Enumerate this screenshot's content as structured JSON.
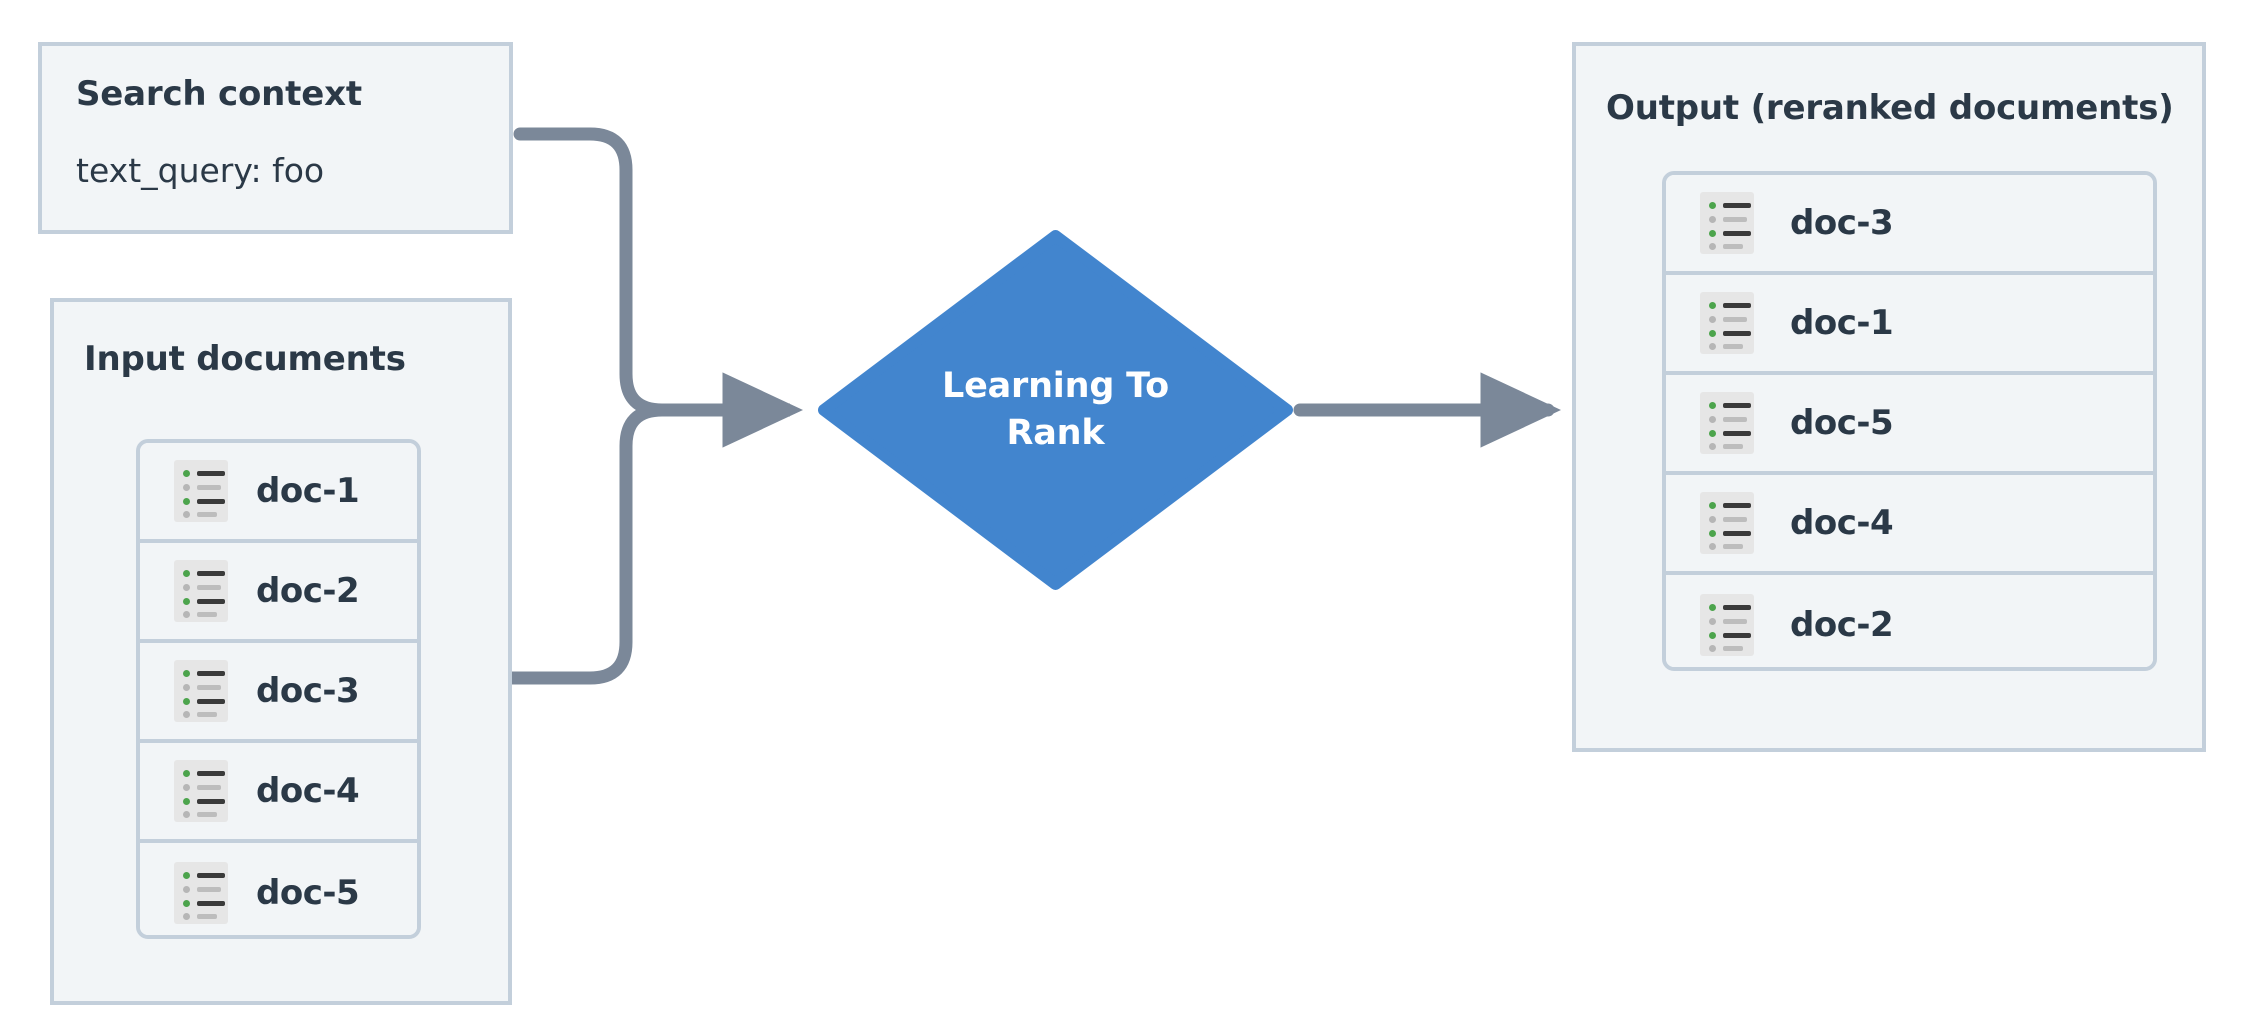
{
  "diagram": {
    "title": "Learning To Rank reranking flow",
    "colors": {
      "panel_background": "#f2f5f7",
      "panel_border": "#c3cfdb",
      "text": "#2b3947",
      "accent_blue": "#4285ce",
      "connector": "#7b8899",
      "icon_background": "#e6e6e6",
      "icon_bullet_active": "#4ca44c",
      "icon_bullet_muted": "#b6b6b6"
    }
  },
  "search_context": {
    "title": "Search context",
    "query_line": "text_query: foo"
  },
  "input_documents": {
    "title": "Input documents",
    "documents": [
      {
        "label": "doc-1",
        "icon": "document-list-icon"
      },
      {
        "label": "doc-2",
        "icon": "document-list-icon"
      },
      {
        "label": "doc-3",
        "icon": "document-list-icon"
      },
      {
        "label": "doc-4",
        "icon": "document-list-icon"
      },
      {
        "label": "doc-5",
        "icon": "document-list-icon"
      }
    ]
  },
  "processor": {
    "label_line_1": "Learning To",
    "label_line_2": "Rank",
    "shape": "diamond"
  },
  "output_documents": {
    "title": "Output (reranked documents)",
    "documents": [
      {
        "label": "doc-3",
        "icon": "document-list-icon"
      },
      {
        "label": "doc-1",
        "icon": "document-list-icon"
      },
      {
        "label": "doc-5",
        "icon": "document-list-icon"
      },
      {
        "label": "doc-4",
        "icon": "document-list-icon"
      },
      {
        "label": "doc-2",
        "icon": "document-list-icon"
      }
    ]
  },
  "connectors": [
    {
      "name": "search-context-to-ltr",
      "from": "search_context",
      "to": "processor"
    },
    {
      "name": "input-documents-to-ltr",
      "from": "input_documents",
      "to": "processor"
    },
    {
      "name": "ltr-to-output",
      "from": "processor",
      "to": "output_documents"
    }
  ]
}
